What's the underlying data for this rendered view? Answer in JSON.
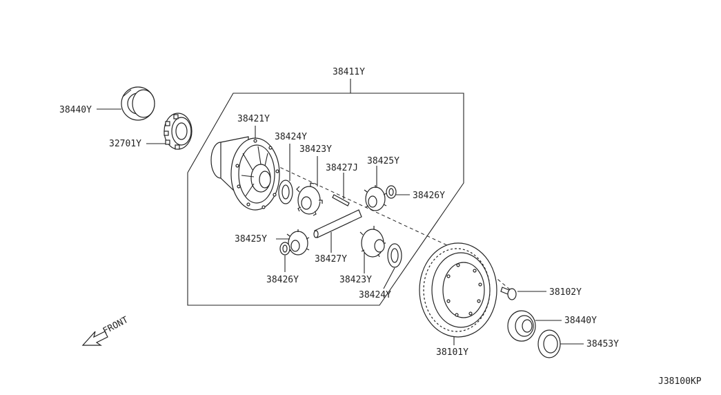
{
  "callouts": {
    "assembly": "38411Y",
    "case": "38421Y",
    "washer_side_upper": "38424Y",
    "gear_side_upper": "38423Y",
    "pin": "38427J",
    "pinion_upper": "38425Y",
    "washer_pinion_upper": "38426Y",
    "pinion_lower": "38425Y",
    "shaft": "38427Y",
    "washer_pinion_lower": "38426Y",
    "gear_side_lower": "38423Y",
    "washer_side_lower": "38424Y",
    "bolt": "38102Y",
    "seal_right": "38440Y",
    "ring_gear": "38101Y",
    "shim": "38453Y",
    "seal_left": "38440Y",
    "bearing_left": "32701Y"
  },
  "direction_label": "FRONT",
  "diagram_code": "J38100KP"
}
